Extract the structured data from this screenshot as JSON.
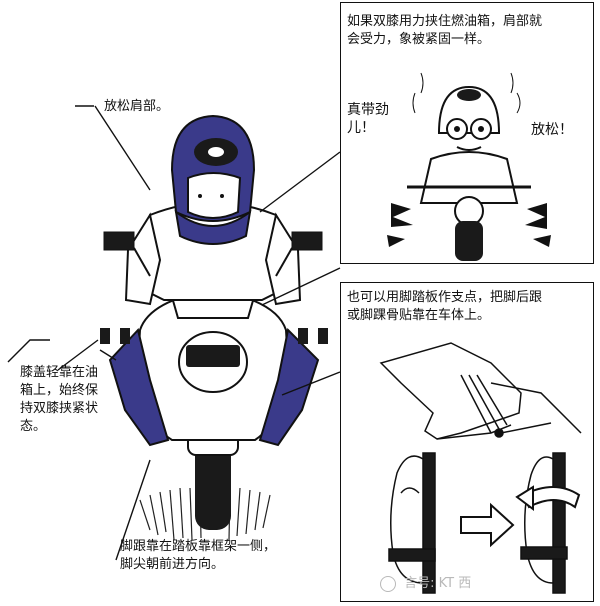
{
  "callouts": {
    "shoulder": "放松肩部。",
    "knee": "膝盖轻靠在油\n箱上，始终保\n持双膝挟紧状\n态。",
    "heel": "脚跟靠在踏板靠框架一侧，\n脚尖朝前进方向。"
  },
  "panel_top": {
    "caption": "如果双膝用力挟住燃油箱，肩部就\n会受力，象被紧固一样。",
    "speech_left": "真带劲\n儿！",
    "speech_right": "放松！"
  },
  "panel_bottom": {
    "caption": "也可以用脚踏板作支点，把脚后跟\n或脚踝骨贴靠在车体上。"
  },
  "watermark": {
    "text": "言号: KT 西"
  },
  "icons": {
    "arrow": "right-arrow-icon",
    "rotate": "rotate-arrow-icon"
  }
}
